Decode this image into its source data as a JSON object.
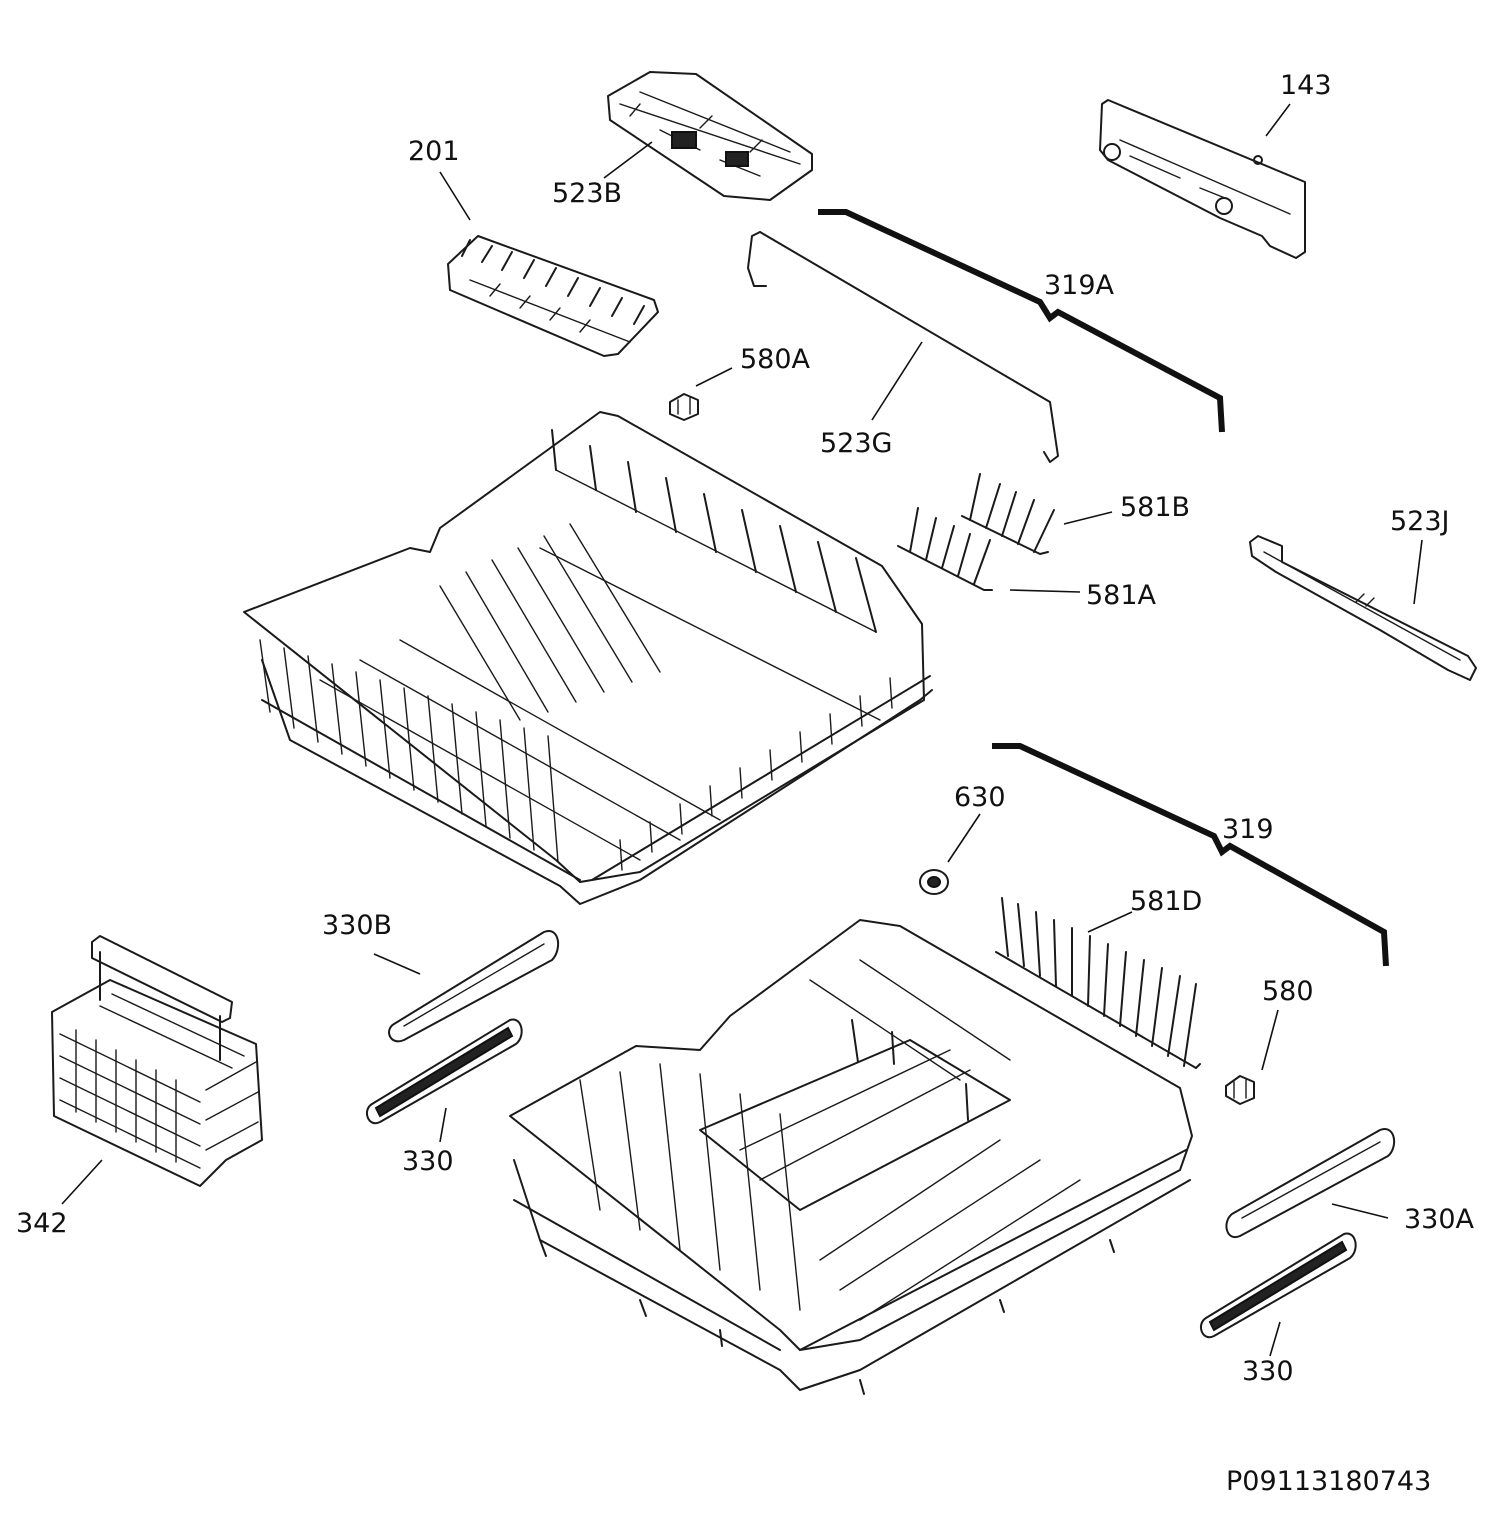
{
  "diagram": {
    "callouts": {
      "c143": "143",
      "c201": "201",
      "c523B": "523B",
      "c319A": "319A",
      "c580A": "580A",
      "c523G": "523G",
      "c581B": "581B",
      "c523J": "523J",
      "c581A": "581A",
      "c630": "630",
      "c319": "319",
      "c581D": "581D",
      "c330B": "330B",
      "c580": "580",
      "c330_left": "330",
      "c342": "342",
      "c330A": "330A",
      "c330_right": "330"
    },
    "document_id": "P09113180743"
  }
}
